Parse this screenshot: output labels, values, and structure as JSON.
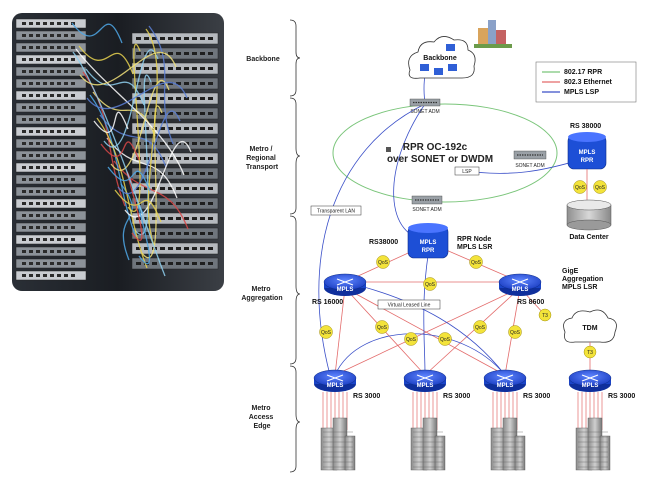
{
  "regions": {
    "backbone": [
      "Backbone"
    ],
    "metro_regional": [
      "Metro /",
      "Regional",
      "Transport"
    ],
    "metro_aggregation": [
      "Metro",
      "Aggregation"
    ],
    "metro_access": [
      "Metro",
      "Access",
      "Edge"
    ]
  },
  "legend": {
    "items": [
      {
        "label": "802.17 RPR",
        "color": "#7ac57a"
      },
      {
        "label": "802.3 Ethernet",
        "color": "#e36b6b"
      },
      {
        "label": "MPLS LSP",
        "color": "#3a4fc8"
      }
    ]
  },
  "cloud_backbone": "Backbone",
  "cloud_tdm": "TDM",
  "ring": {
    "line1": "RPR OC-192c",
    "line2": "over SONET or DWDM"
  },
  "adm": {
    "top": "SONET ADM",
    "right": "SONET ADM",
    "bottom": "SONET ADM"
  },
  "transparent_lan": "Transparent LAN",
  "lsp": "LSP",
  "virtual_leased_line": "Virtual Leased Line",
  "rs38000_right": "RS 38000",
  "mpls_rpr_right": [
    "MPLS",
    "RPR"
  ],
  "data_center": "Data Center",
  "rs38000_center": "RS38000",
  "mpls_rpr_center": [
    "MPLS",
    "RPR"
  ],
  "rpr_node": [
    "RPR Node",
    "MPLS LSR"
  ],
  "gige": [
    "GigE",
    "Aggregation",
    "MPLS LSR"
  ],
  "agg_left": {
    "mpls": "MPLS",
    "model": "RS 16000"
  },
  "agg_right": {
    "mpls": "MPLS",
    "model": "RS 8600"
  },
  "access": [
    {
      "mpls": "MPLS",
      "model": "RS 3000"
    },
    {
      "mpls": "MPLS",
      "model": "RS 3000"
    },
    {
      "mpls": "MPLS",
      "model": "RS 3000"
    },
    {
      "mpls": "MPLS",
      "model": "RS 3000"
    }
  ],
  "qos": "QoS",
  "t3": "T3",
  "photo": {
    "name": "server-rack-cabling-photo"
  },
  "colors": {
    "rpr": "#7ac57a",
    "ethernet": "#e36b6b",
    "lsp": "#3a4fc8",
    "router": "#1d4fd6"
  }
}
